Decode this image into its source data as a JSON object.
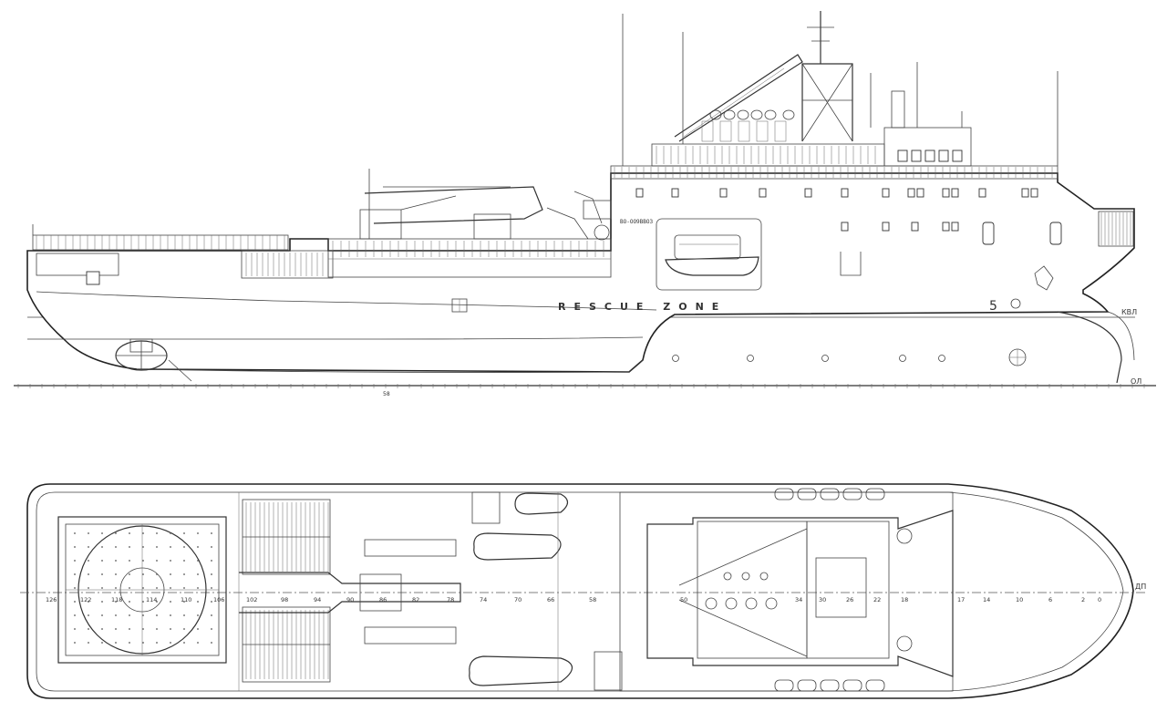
{
  "side_view": {
    "hull_marking": "RESCUE ZONE",
    "registry_text": "ВО-ОО9ВВОЗ",
    "waterline_label": "КВЛ",
    "baseline_label": "ОЛ",
    "bow_marking": "5",
    "scale_label": "58"
  },
  "plan_view": {
    "centerline_label": "ДП",
    "frame_numbers": [
      "126",
      "122",
      "118",
      "114",
      "110",
      "106",
      "102",
      "98",
      "94",
      "90",
      "86",
      "82",
      "78",
      "74",
      "70",
      "66",
      "58",
      "50",
      "34",
      "30",
      "26",
      "22",
      "18",
      "17",
      "14",
      "10",
      "6",
      "2",
      "0"
    ]
  }
}
